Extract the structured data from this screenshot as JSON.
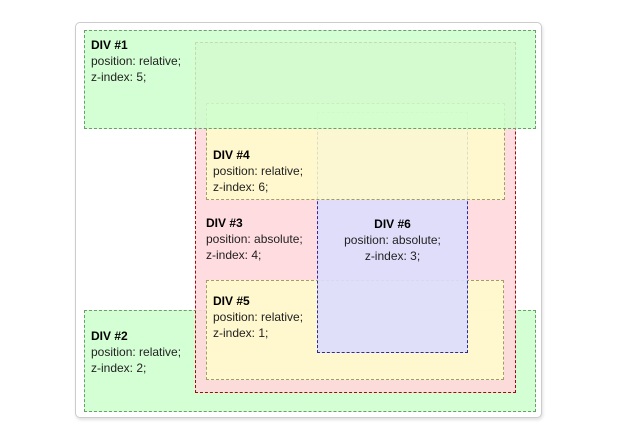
{
  "figure": {
    "description": "CSS z-index stacking context demonstration figure",
    "divs": [
      {
        "id": "div1",
        "title": "DIV #1",
        "props": [
          "position: relative;",
          "z-index: 5;"
        ]
      },
      {
        "id": "div2",
        "title": "DIV #2",
        "props": [
          "position: relative;",
          "z-index: 2;"
        ]
      },
      {
        "id": "div3",
        "title": "DIV #3",
        "props": [
          "position: absolute;",
          "z-index: 4;"
        ]
      },
      {
        "id": "div4",
        "title": "DIV #4",
        "props": [
          "position: relative;",
          "z-index: 6;"
        ]
      },
      {
        "id": "div5",
        "title": "DIV #5",
        "props": [
          "position: relative;",
          "z-index: 1;"
        ]
      },
      {
        "id": "div6",
        "title": "DIV #6",
        "props": [
          "position: absolute;",
          "z-index: 3;"
        ]
      }
    ],
    "colors": {
      "container_border": "#cccccc",
      "green_bg": "#ccffcc",
      "green_border": "#669966",
      "pink_bg": "#ffdddd",
      "red_border": "#990000",
      "yellow_bg": "#ffffcc",
      "tan_border": "#999966",
      "lavender_bg": "#ddddff",
      "blue_border": "#000099",
      "text": "#222222"
    }
  }
}
